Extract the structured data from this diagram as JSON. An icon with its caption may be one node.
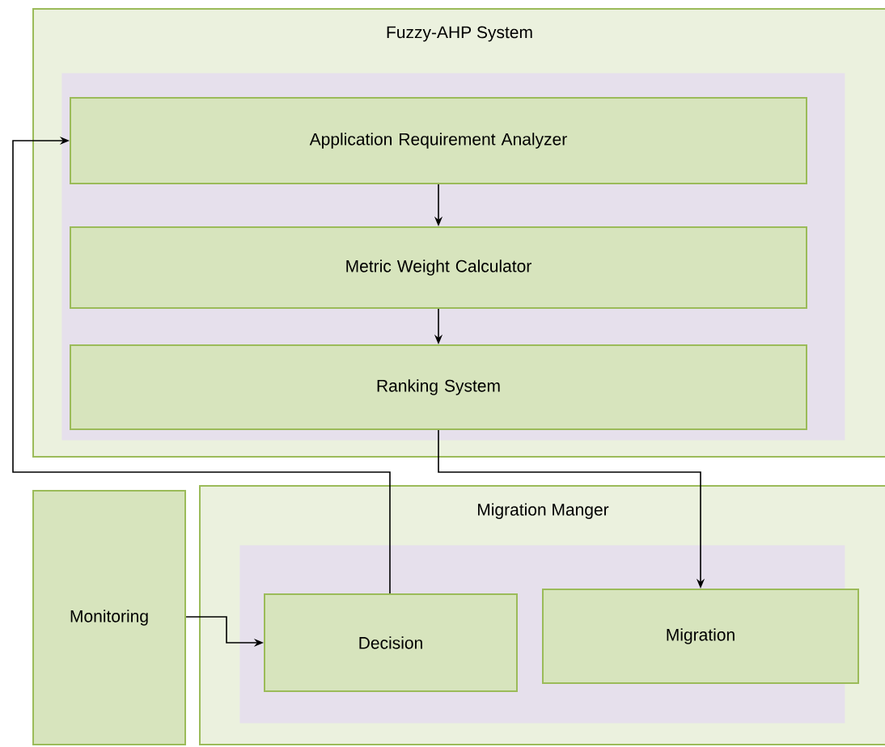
{
  "diagram": {
    "nodes": [
      {
        "text": [
          "Fuzzy-AHP System"
        ]
      },
      {
        "text": [],
        "shape": "box",
        "in": 0
      },
      {
        "text": [
          "Application Requirement Analyzer"
        ],
        "in": 1
      },
      {
        "text": [
          "Metric Weight Calculator"
        ],
        "in": 1
      },
      {
        "text": [
          "Ranking System"
        ],
        "in": 1
      },
      {
        "text": [
          "Monitoring"
        ]
      },
      {
        "text": [
          "Migration Manger"
        ]
      },
      {
        "text": [],
        "shape": "box",
        "in": 6
      },
      {
        "text": [
          "Decision"
        ],
        "in": 7
      },
      {
        "text": [
          "Migration"
        ],
        "in": 7
      }
    ],
    "edges": [
      {
        "from": 2,
        "to": 3,
        "arrow": "to"
      },
      {
        "from": 3,
        "to": 4,
        "arrow": "to"
      },
      {
        "from": 4,
        "to": 9,
        "arrow": "to"
      },
      {
        "from": 5,
        "to": 8,
        "arrow": "to"
      },
      {
        "from": 8,
        "to": 2,
        "arrow": "to"
      }
    ]
  }
}
